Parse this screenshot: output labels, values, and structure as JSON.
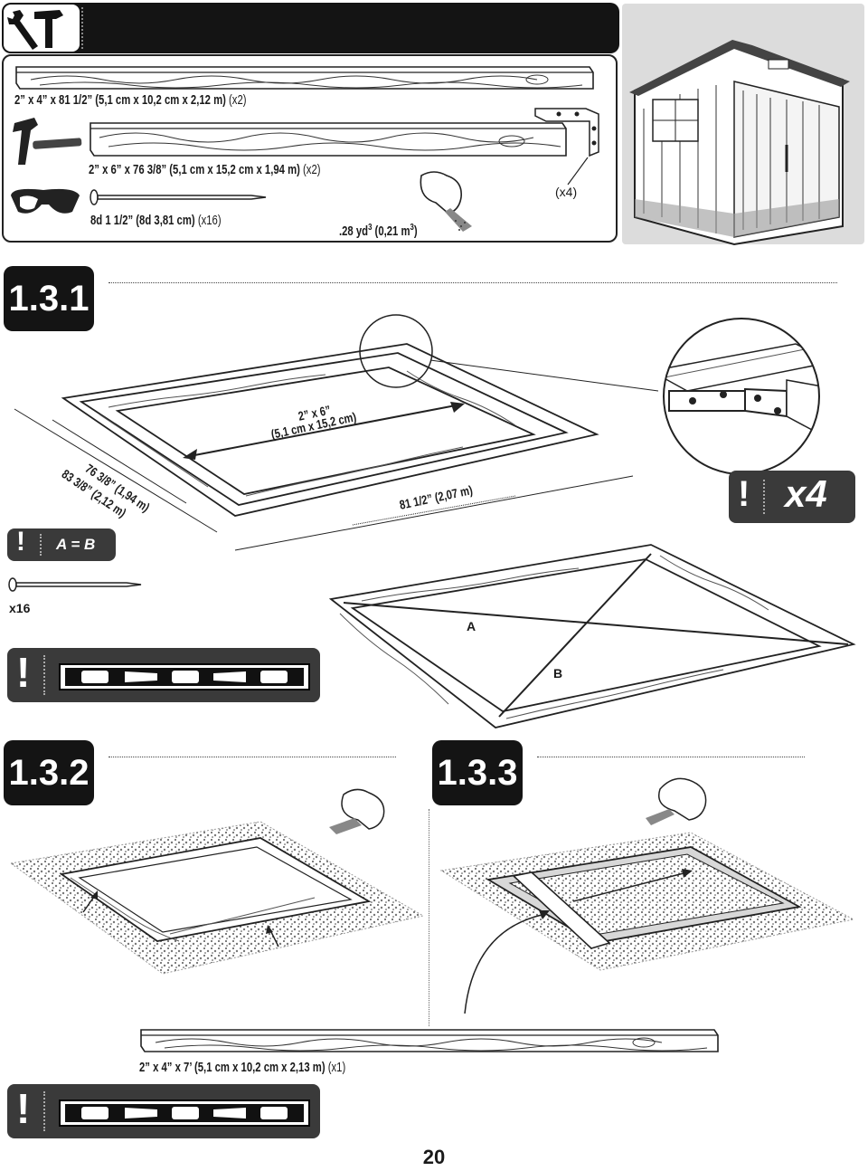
{
  "step_number": "1",
  "materials": {
    "board_2x4_long": {
      "label": "2” x 4” x 81 1/2” (5,1 cm x 10,2 cm x 2,12 m)",
      "qty": "(x2)"
    },
    "board_2x6": {
      "label": "2” x 6” x 76 3/8” (5,1 cm x 15,2 cm x 1,94 m)",
      "qty": "(x2)"
    },
    "nail": {
      "label": "8d 1 1/2” (8d 3,81 cm)",
      "qty": "(x16)"
    },
    "bracket_qty": "(x4)",
    "gravel": {
      "label": ".28 yd",
      "sup": "3",
      "label2": " (0,21 m",
      "sup2": "3",
      "label3": ")"
    }
  },
  "section_131": {
    "tab": "1.3.1",
    "dim_width_line1": "2” x 6”",
    "dim_width_line2": "(5,1 cm x 15,2 cm)",
    "dim_side_1": "76 3/8” (1,94 m)",
    "dim_side_2": "83 3/8” (2,12 m)",
    "dim_length": "81 1/2” (2,07 m)",
    "warning_ab": "A = B",
    "nail_qty": "x16",
    "zoom_qty": "x4",
    "diag_a": "A",
    "diag_b": "B"
  },
  "section_132": {
    "tab": "1.3.2"
  },
  "section_133": {
    "tab": "1.3.3"
  },
  "board_2x4_7ft": {
    "label": "2” x 4” x 7’ (5,1 cm x 10,2 cm x 2,13 m)",
    "qty": "(x1)"
  },
  "warning_symbol": "!",
  "page_number": "20"
}
